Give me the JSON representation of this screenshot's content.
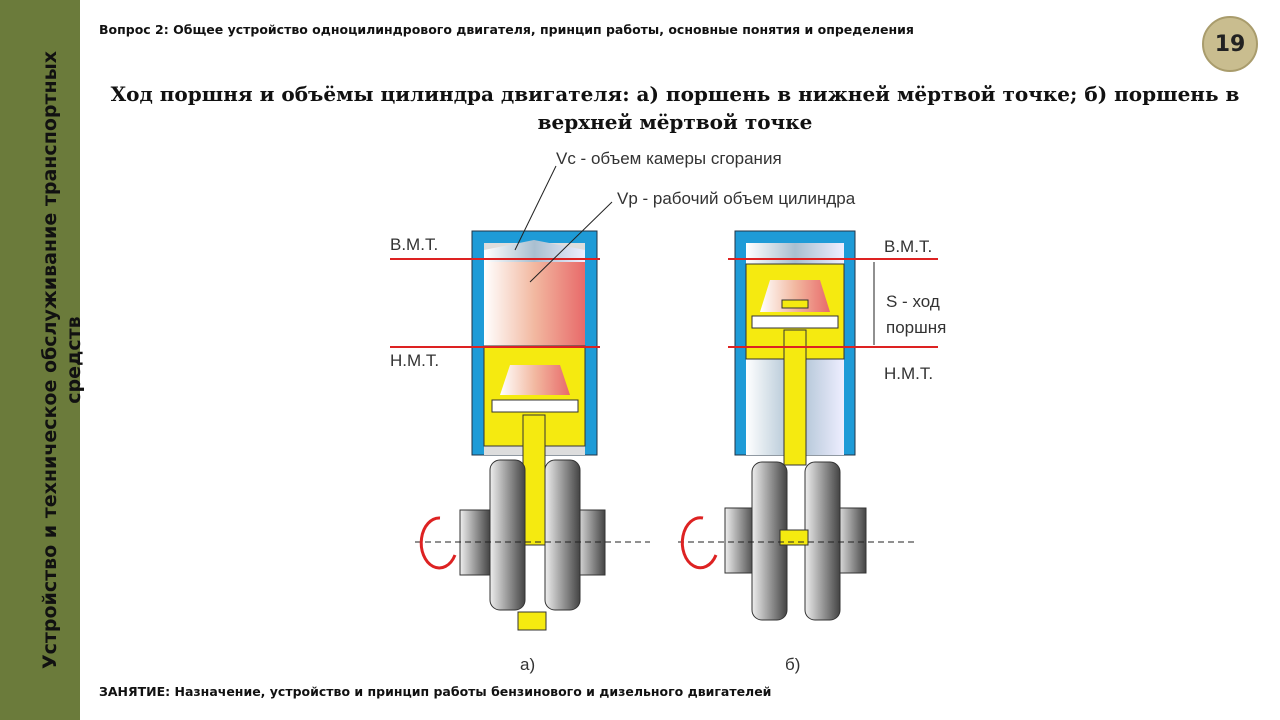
{
  "sidebar": {
    "line1": "Устройство и техническое обслуживание транспортных",
    "line2": "средств"
  },
  "header": {
    "question": "Вопрос 2: Общее устройство одноцилиндрового двигателя, принцип работы, основные понятия и определения",
    "slide_number": "19"
  },
  "title": "Ход поршня и объёмы цилиндра двигателя: а) поршень в нижней мёртвой точке; б) поршень в верхней мёртвой точке",
  "diagram": {
    "vc_label": "Vc - объем камеры сгорания",
    "vp_label": "Vp - рабочий объем цилиндра",
    "tdc_left": "В.М.Т.",
    "bdc_left": "Н.М.Т.",
    "tdc_right": "В.М.Т.",
    "bdc_right": "Н.М.Т.",
    "stroke_line1": "S - ход",
    "stroke_line2": "поршня",
    "caption_a": "а)",
    "caption_b": "б)"
  },
  "footer": "ЗАНЯТИЕ: Назначение, устройство и принцип работы бензинового и дизельного двигателей"
}
